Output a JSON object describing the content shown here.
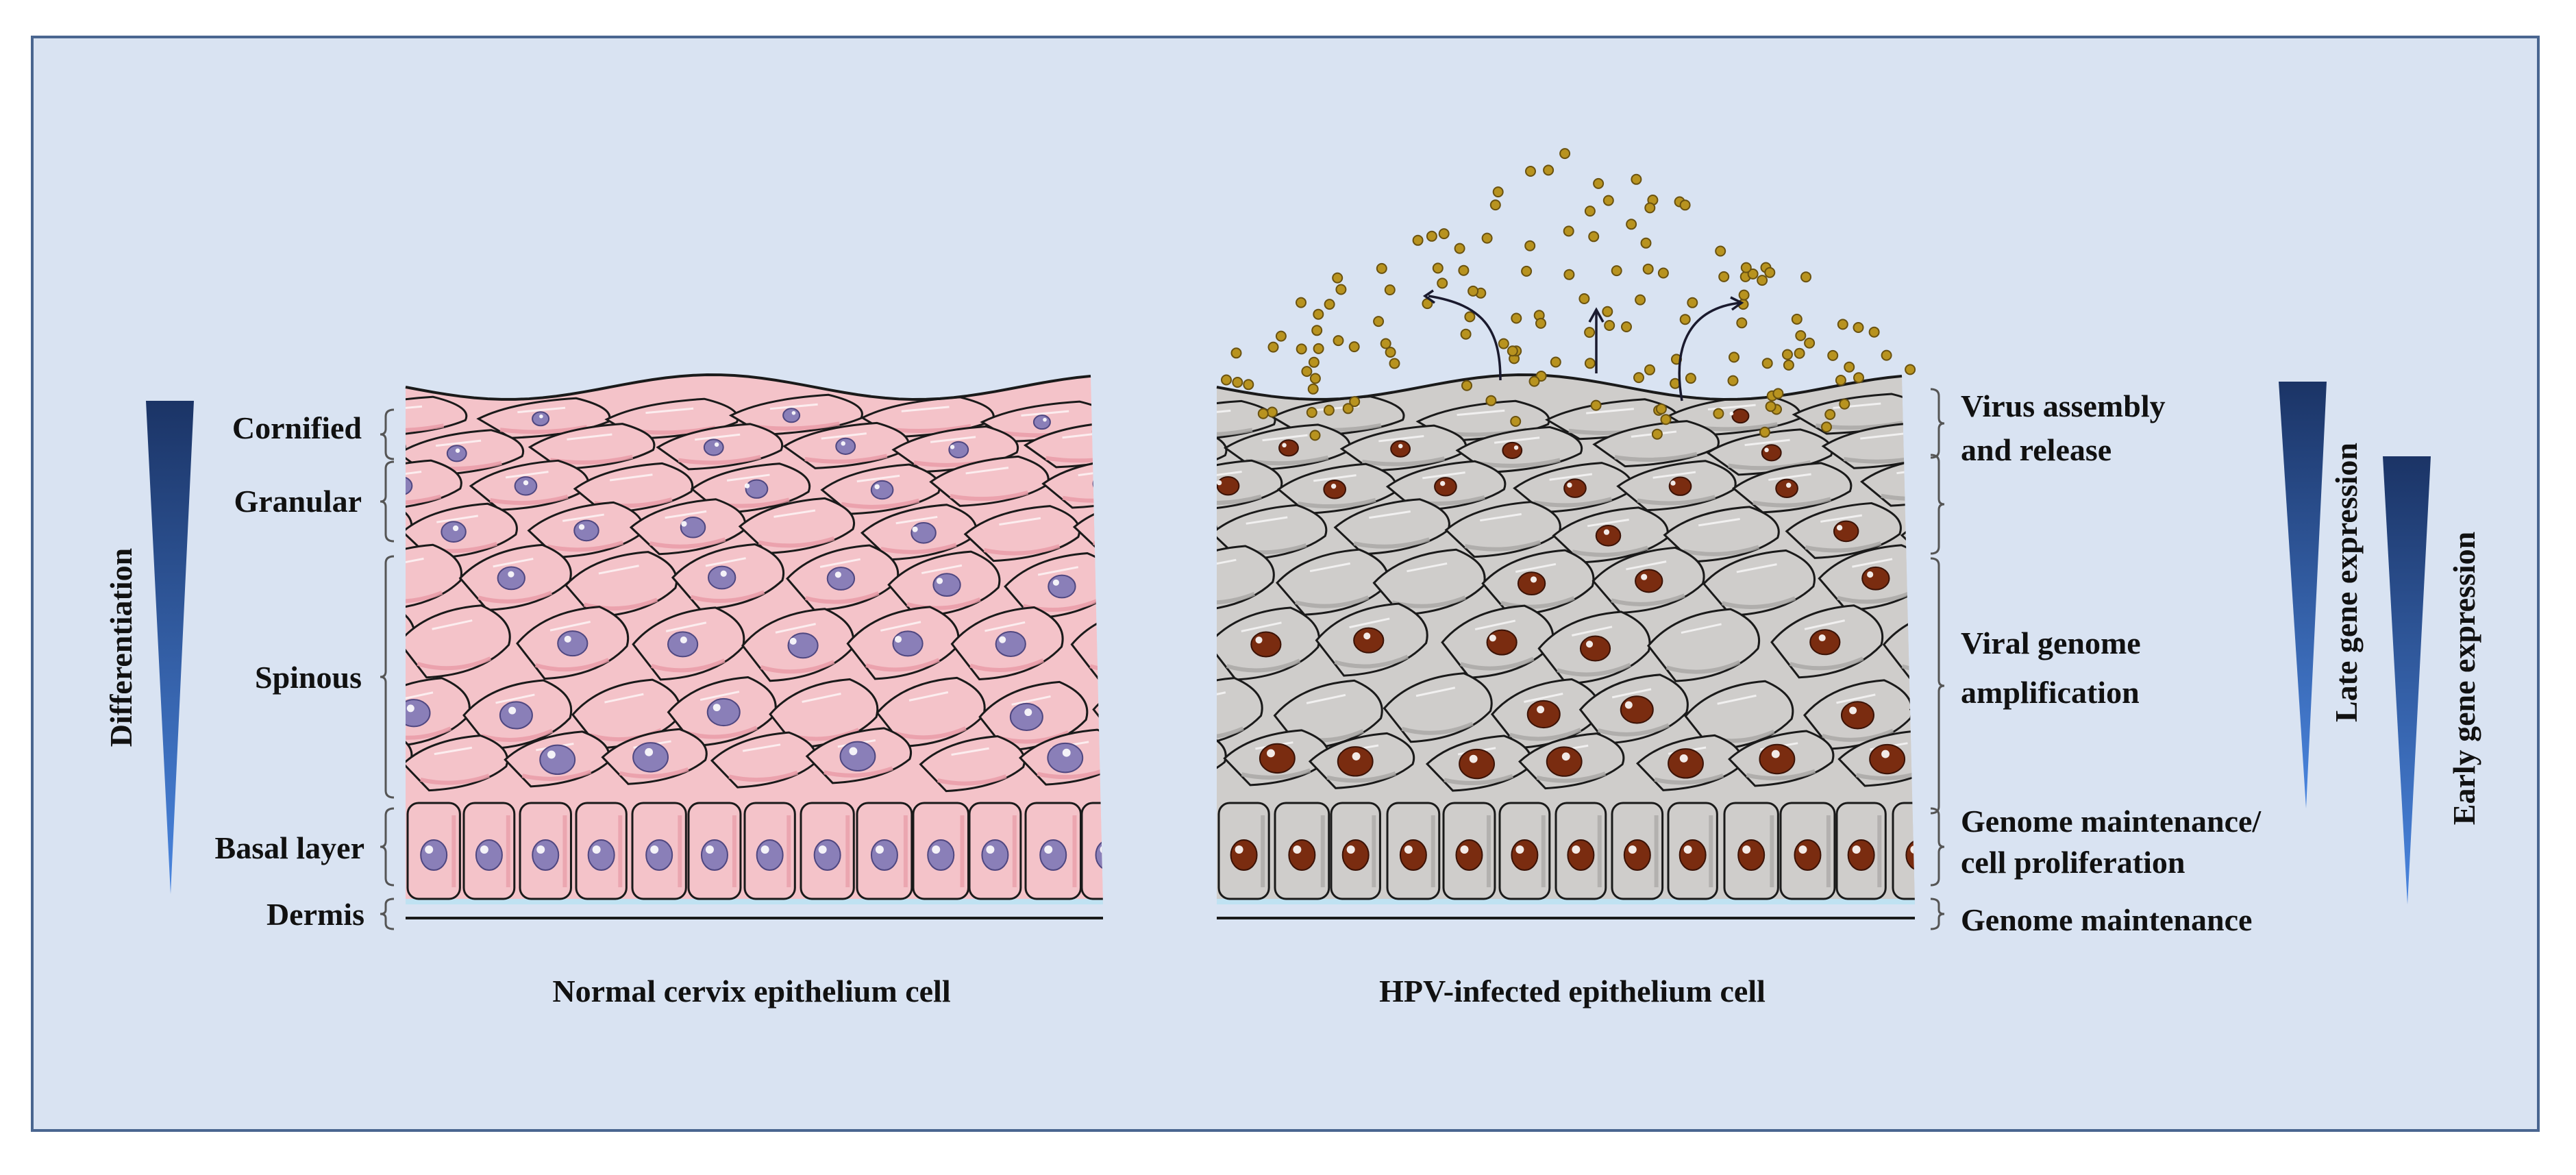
{
  "colors": {
    "background": "#d9e3f2",
    "frame": "#4a6690",
    "normal_cell": "#f4c3c9",
    "normal_cell_shade": "#e89aa6",
    "normal_nucleus": "#8a7fb8",
    "infected_cell": "#cfcdcb",
    "infected_nucleus": "#7a2c10",
    "virion": "#b8931f",
    "dermis": "#bfe2f2",
    "gradient_dark": "#1b3466",
    "gradient_light": "#4a86e0"
  },
  "left_panel": {
    "caption": "Normal cervix epithelium cell",
    "gradient_label": "Differentiation",
    "layers": [
      "Cornified",
      "Granular",
      "Spinous",
      "Basal layer",
      "Dermis"
    ]
  },
  "right_panel": {
    "caption": "HPV-infected epithelium cell",
    "stages": {
      "assembly_line1": "Virus assembly",
      "assembly_line2": "and release",
      "amplification_line1": "Viral genome",
      "amplification_line2": "amplification",
      "maintenance_line1": "Genome maintenance/",
      "maintenance_line2": "cell proliferation",
      "dermis": "Genome maintenance"
    },
    "late_label": "Late gene expression",
    "early_label": "Early gene expression"
  }
}
